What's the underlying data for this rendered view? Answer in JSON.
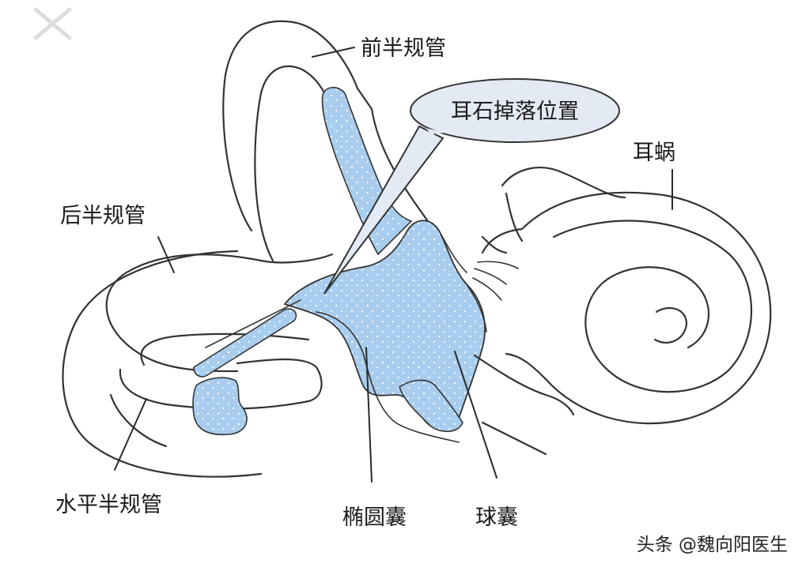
{
  "labels": {
    "anterior_canal": "前半规管",
    "posterior_canal": "后半规管",
    "horizontal_canal": "水平半规管",
    "utricle": "椭圆囊",
    "saccule": "球囊",
    "cochlea": "耳蜗",
    "otolith_callout": "耳石掉落位置"
  },
  "watermark": "头条 @魏向阳医生",
  "colors": {
    "fluid": "#a9cdee",
    "fluid_dots": "#ffffff",
    "outline": "#333333",
    "callout_fill": "#e4eaf3"
  },
  "icons": {
    "close": "close-icon"
  }
}
